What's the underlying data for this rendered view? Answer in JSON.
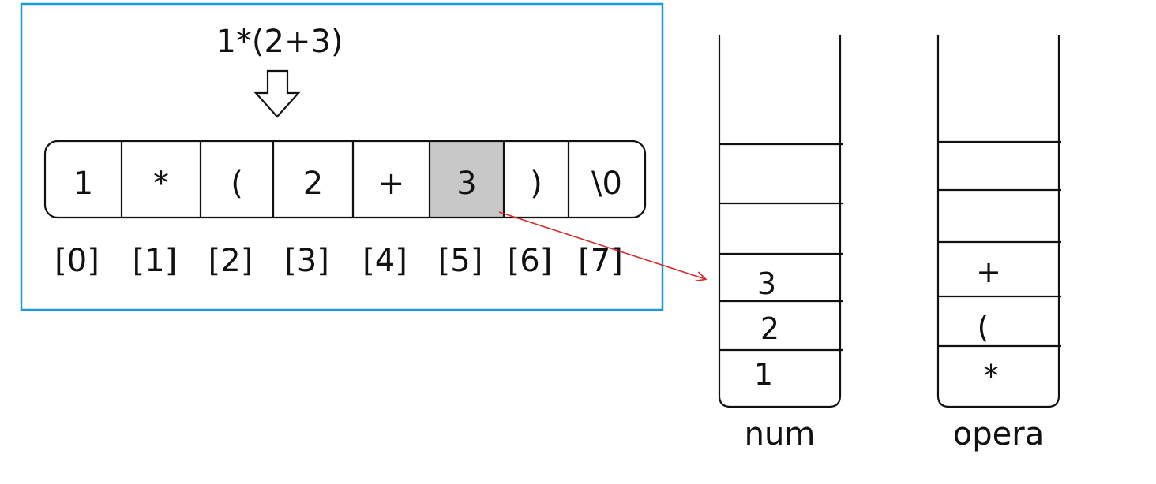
{
  "expression": "1*(2+3)",
  "array": {
    "cells": [
      "1",
      "*",
      "(",
      "2",
      "+",
      "3",
      ")",
      "\\0"
    ],
    "indices": [
      "[0]",
      "[1]",
      "[2]",
      "[3]",
      "[4]",
      "[5]",
      "[6]",
      "[7]"
    ],
    "highlighted_index": 5
  },
  "stacks": [
    {
      "label": "num",
      "items_bottom_to_top": [
        "1",
        "2",
        "3"
      ],
      "slots": 6
    },
    {
      "label": "opera",
      "items_bottom_to_top": [
        "*",
        "(",
        "+"
      ],
      "slots": 6
    }
  ],
  "colors": {
    "frame": "#1a9ad6",
    "highlight_fill": "#c8c8c8",
    "arrow": "#d62a2a",
    "stroke": "#111111"
  }
}
